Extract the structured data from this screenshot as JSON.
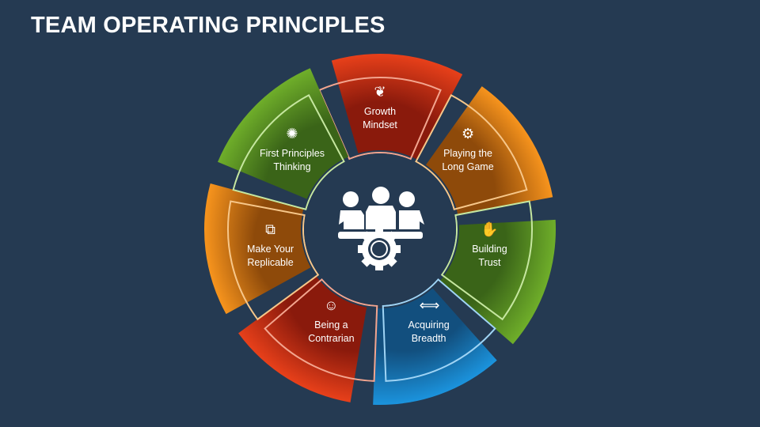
{
  "title": "TEAM OPERATING PRINCIPLES",
  "center_icon": "team-gear-icon",
  "segments": [
    {
      "label_line1": "Growth",
      "label_line2": "Mindset",
      "icon": "brain-plant-growth-icon",
      "glyph": "❦",
      "color": "#e8401a",
      "dark": "#8a1a0c",
      "stroke": "#f3a58f"
    },
    {
      "label_line1": "Playing the",
      "label_line2": "Long Game",
      "icon": "game-controller-icon",
      "glyph": "⚙",
      "color": "#f7941d",
      "dark": "#8e4a0a",
      "stroke": "#f7c78a"
    },
    {
      "label_line1": "Building",
      "label_line2": "Trust",
      "icon": "handshake-icon",
      "glyph": "✋",
      "color": "#6fae2a",
      "dark": "#3a6418",
      "stroke": "#c6e7a0"
    },
    {
      "label_line1": "Acquiring",
      "label_line2": "Breadth",
      "icon": "expand-arrows-icon",
      "glyph": "⟺",
      "color": "#1b93dd",
      "dark": "#124f7e",
      "stroke": "#9fd4f5"
    },
    {
      "label_line1": "Being a",
      "label_line2": "Contrarian",
      "icon": "person-speech-icon",
      "glyph": "☺",
      "color": "#e8401a",
      "dark": "#8a1a0c",
      "stroke": "#f3a58f"
    },
    {
      "label_line1": "Make Your",
      "label_line2": "Replicable",
      "icon": "copy-documents-icon",
      "glyph": "⧉",
      "color": "#f7941d",
      "dark": "#8e4a0a",
      "stroke": "#f7c78a"
    },
    {
      "label_line1": "First Principles",
      "label_line2": "Thinking",
      "icon": "head-gears-icon",
      "glyph": "✺",
      "color": "#6fae2a",
      "dark": "#3a6418",
      "stroke": "#c6e7a0"
    }
  ]
}
